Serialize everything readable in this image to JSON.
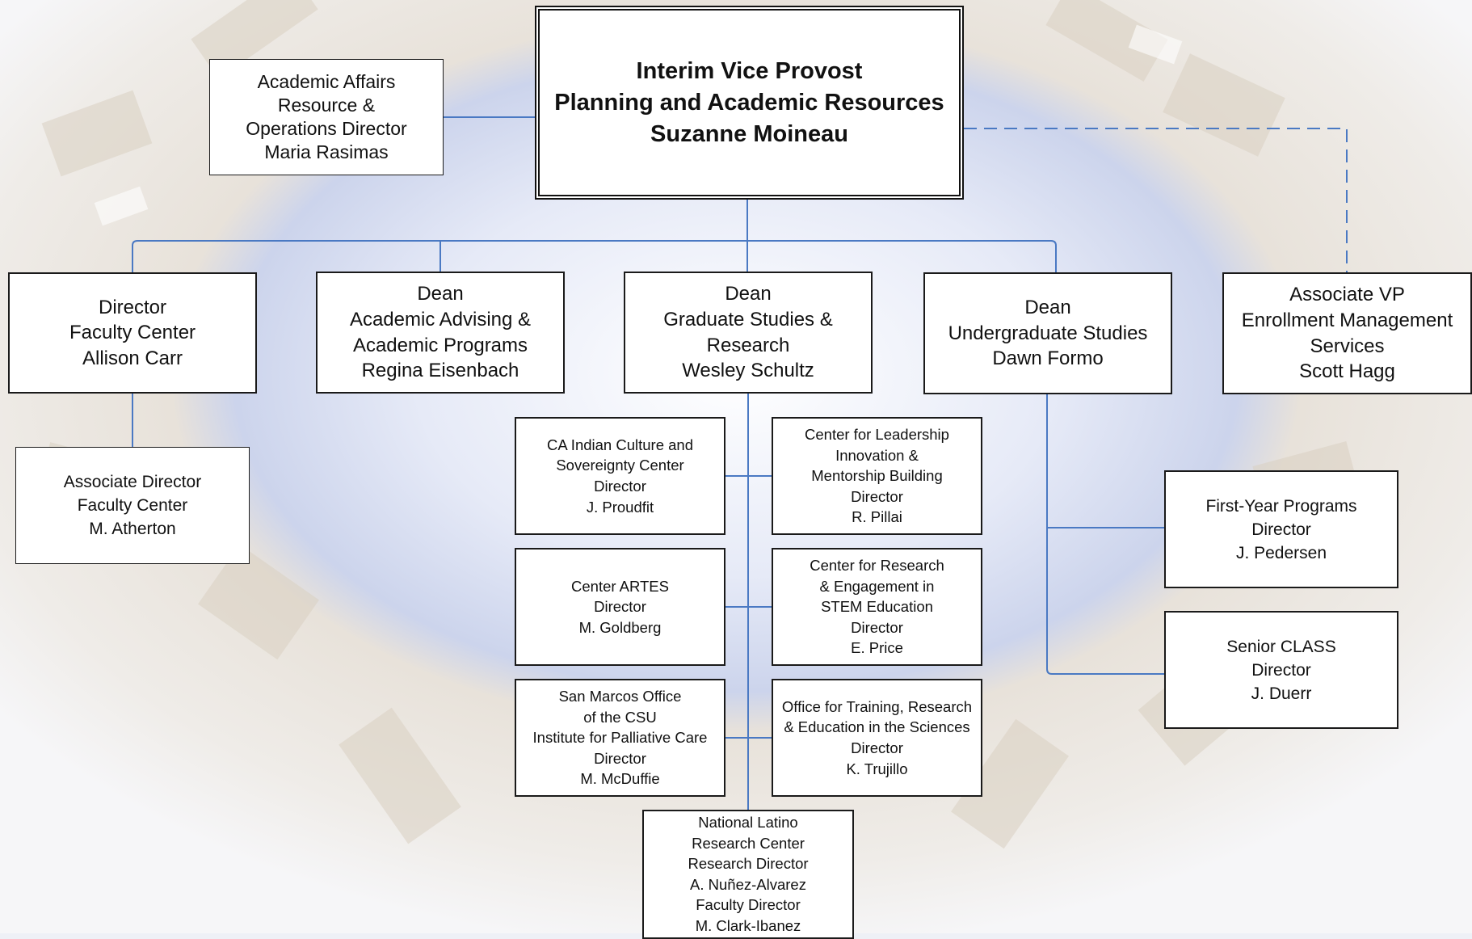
{
  "colors": {
    "connector": "#4a79c3",
    "box_border": "#1a1a1a",
    "background_center": "#dfe4f4"
  },
  "root": {
    "lines": [
      "Interim Vice Provost",
      "Planning and Academic Resources",
      "Suzanne Moineau"
    ]
  },
  "staff": {
    "lines": [
      "Academic Affairs",
      "Resource &",
      "Operations Director",
      "Maria Rasimas"
    ]
  },
  "level1": [
    {
      "lines": [
        "Director",
        "Faculty Center",
        "Allison Carr"
      ]
    },
    {
      "lines": [
        "Dean",
        "Academic Advising &",
        "Academic Programs",
        "Regina Eisenbach"
      ]
    },
    {
      "lines": [
        "Dean",
        "Graduate Studies &",
        "Research",
        "Wesley Schultz"
      ]
    },
    {
      "lines": [
        "Dean",
        "Undergraduate Studies",
        "Dawn Formo"
      ]
    },
    {
      "lines": [
        "Associate VP",
        "Enrollment Management",
        "Services",
        "Scott Hagg"
      ]
    }
  ],
  "faculty_center_sub": {
    "lines": [
      "Associate Director",
      "Faculty Center",
      "M. Atherton"
    ]
  },
  "graduate_centers": [
    {
      "lines": [
        "CA Indian Culture and",
        "Sovereignty Center",
        "Director",
        "J. Proudfit"
      ]
    },
    {
      "lines": [
        "Center for Leadership",
        "Innovation &",
        "Mentorship Building",
        "Director",
        "R. Pillai"
      ]
    },
    {
      "lines": [
        "Center ARTES",
        "Director",
        "M. Goldberg"
      ]
    },
    {
      "lines": [
        "Center for Research",
        "& Engagement in",
        "STEM Education",
        "Director",
        "E. Price"
      ]
    },
    {
      "lines": [
        "San Marcos Office",
        "of the CSU",
        "Institute for Palliative Care",
        "Director",
        "M. McDuffie"
      ]
    },
    {
      "lines": [
        "Office for Training, Research",
        "& Education in the Sciences",
        "Director",
        "K. Trujillo"
      ]
    },
    {
      "lines": [
        "National Latino",
        "Research Center",
        "Research Director",
        "A. Nuñez-Alvarez",
        "Faculty Director",
        "M. Clark-Ibanez"
      ]
    }
  ],
  "undergrad_programs": [
    {
      "lines": [
        "First-Year Programs",
        "Director",
        "J. Pedersen"
      ]
    },
    {
      "lines": [
        "Senior CLASS",
        "Director",
        "J. Duerr"
      ]
    }
  ]
}
